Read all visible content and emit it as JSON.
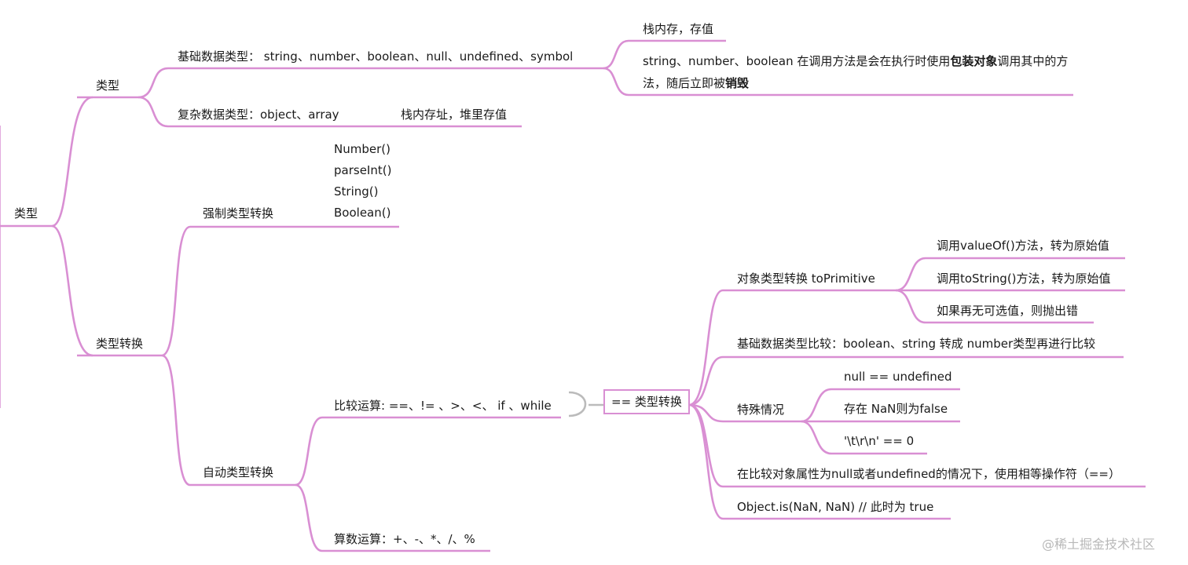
{
  "root": "类型",
  "type": {
    "label": "类型",
    "primitive": "基础数据类型： string、number、boolean、null、undefined、symbol",
    "primitive_children": {
      "stack": "栈内存，存值",
      "wrapper_pre": "string、number、boolean 在调用方法是会在执行时使用",
      "wrapper_bold1": "包装对象",
      "wrapper_mid": "调用其中的方法，随后立即被",
      "wrapper_bold2": "销毁"
    },
    "complex": "复杂数据类型：object、array",
    "complex_child": "栈内存址，堆里存值"
  },
  "conversion": {
    "label": "类型转换",
    "forced": {
      "label": "强制类型转换",
      "items": [
        "Number()",
        "parseInt()",
        "String()",
        "Boolean()"
      ]
    },
    "auto": {
      "label": "自动类型转换",
      "compare": "比较运算: ==、!= 、>、<、 if 、while",
      "arith": "算数运算：+、-、*、/、%"
    }
  },
  "eq": {
    "label": "== 类型转换",
    "object": {
      "label": "对象类型转换 toPrimitive",
      "items": [
        "调用valueOf()方法，转为原始值",
        "调用toString()方法，转为原始值",
        "如果再无可选值，则抛出错"
      ]
    },
    "basic_compare": "基础数据类型比较：boolean、string 转成 number类型再进行比较",
    "special": {
      "label": "特殊情况",
      "items": [
        "null == undefined",
        "存在 NaN则为false",
        "'\\t\\r\\n' == 0"
      ]
    },
    "null_check": "在比较对象属性为null或者undefined的情况下，使用相等操作符（==）",
    "object_is": "Object.is(NaN, NaN) // 此时为 true"
  },
  "watermark": "@稀土掘金技术社区",
  "colors": {
    "branch": "#d98fd3",
    "bracket": "#bbbbbb"
  }
}
